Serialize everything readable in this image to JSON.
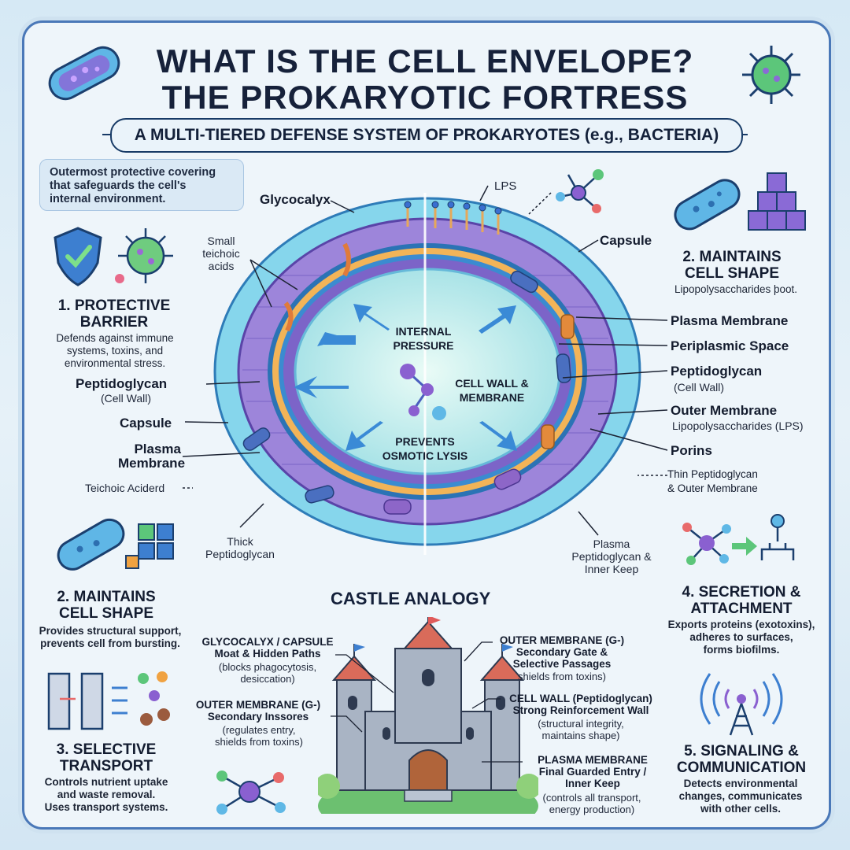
{
  "header": {
    "title_line1": "WHAT IS THE CELL ENVELOPE?",
    "title_line2": "THE PROKARYOTIC FORTRESS",
    "subtitle": "A MULTI-TIERED DEFENSE SYSTEM OF PROKARYOTES (e.g., BACTERIA)"
  },
  "note": "Outermost protective covering\nthat safeguards the cell's\ninternal environment.",
  "left_labels": {
    "glycocalyx": "Glycocalyx",
    "small_teichoic": "Small\nteichoic\nacids",
    "peptidoglycan": "Peptidoglycan",
    "peptidoglycan_sub": "(Cell Wall)",
    "capsule": "Capsule",
    "plasma_membrane": "Plasma\nMembrane",
    "teichoic_acid": "Teichoic Acid",
    "teichoic_suffix": "erd",
    "thick_peptidoglycan": "Thick\nPeptidoglycan"
  },
  "right_labels": {
    "lps": "LPS",
    "capsule": "Capsule",
    "plasma_membrane": "Plasma Membrane",
    "periplasmic": "Periplasmic Space",
    "peptidoglycan": "Peptidoglycan",
    "peptidoglycan_sub": "(Cell Wall)",
    "outer_membrane": "Outer Membrane",
    "outer_membrane_sub": "Lipopolysaccharides (LPS)",
    "porins": "Porins",
    "thin_pg": "Thin Peptidoglycan\n& Outer Membrane",
    "plasma_inner": "Plasma\nPeptidoglycan &\nInner Keep"
  },
  "center": {
    "internal_pressure": "INTERNAL\nPRESSURE",
    "wall_membrane": "CELL WALL &\nMEMBRANE",
    "prevents": "PREVENTS\nOSMOTIC LYSIS"
  },
  "sections": [
    {
      "title": "1. PROTECTIVE\nBARRIER",
      "desc": "Defends against immune\nsystems, toxins, and\nenvironmental stress."
    },
    {
      "title": "2. MAINTAINS\nCELL SHAPE",
      "desc": "Lipopolysaccharides þoot."
    },
    {
      "title": "2. MAINTAINS\nCELL SHAPE",
      "desc": "Provides structural support,\nprevents cell from bursting."
    },
    {
      "title": "4. SECRETION &\nATTACHMENT",
      "desc": "Exports proteins (exotoxins),\nadheres to surfaces,\nforms biofilms."
    },
    {
      "title": "3. SELECTIVE\nTRANSPORT",
      "desc": "Controls nutrient uptake\nand waste removal.\nUses transport systems."
    },
    {
      "title": "5. SIGNALING &\nCOMMUNICATION",
      "desc": "Detects environmental\nchanges, communicates\nwith other cells."
    }
  ],
  "castle": {
    "title": "CASTLE ANALOGY",
    "items": [
      {
        "title": "GLYCOCALYX / CAPSULE\nMoat & Hidden Paths",
        "desc": "(blocks phagocytosis,\ndesiccation)"
      },
      {
        "title": "OUTER MEMBRANE (G-)\nSecondary Gate &\nSelective Passages",
        "desc": "shields from toxins)"
      },
      {
        "title": "OUTER MEMBRANE (G-)\nSecondary Inssores",
        "desc": "(regulates entry,\nshields from toxins)"
      },
      {
        "title": "CELL WALL (Peptidoglycan)\nStrong Reinforcement Wall",
        "desc": "(structural integrity,\nmaintains shape)"
      },
      {
        "title": "PLASMA MEMBRANE\nFinal Guarded Entry /\nInner Keep",
        "desc": "(controls all transport,\nenergy production)"
      }
    ]
  },
  "colors": {
    "frame": "#4a78b8",
    "capsule": "#7fd3ea",
    "cell_wall": "#9a7fd6",
    "membrane": "#3f88c6",
    "porin_orange": "#f0a241",
    "cytoplasm": "#bfecec"
  }
}
